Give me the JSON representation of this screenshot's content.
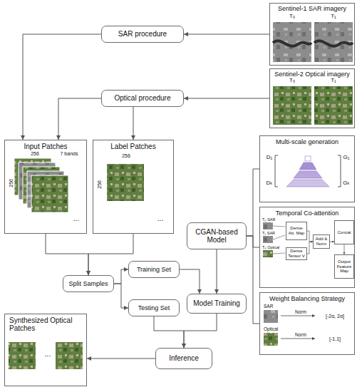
{
  "diagram": {
    "nodes": [
      {
        "text": [
          "Sentinel-1 SAR imagery",
          "T₀",
          "T₁"
        ]
      },
      {
        "text": [
          "Sentinel-2 Optical imagery",
          "T₀",
          "T₁"
        ]
      },
      {
        "text": [
          "SAR procedure"
        ]
      },
      {
        "text": [
          "Optical procedure"
        ]
      },
      {
        "text": [
          "Input Patches",
          "256",
          "256",
          "7 bands",
          "..."
        ]
      },
      {
        "text": [
          "Label Patches",
          "256",
          "256",
          "..."
        ]
      },
      {
        "text": [
          "CGAN-based Model"
        ]
      },
      {
        "text": [
          "Multi-scale generation",
          "D₁",
          "Dₖ",
          "G₁",
          "Gₖ"
        ]
      },
      {
        "text": [
          "Temporal Co-attention",
          "T₀ SAR",
          "T₁ SAR",
          "T₀ Optical"
        ]
      },
      {
        "text": [
          "Derive Att. Map"
        ],
        "in": 8
      },
      {
        "text": [
          "Derive Tensor V"
        ],
        "in": 8
      },
      {
        "text": [
          "Add & Norm"
        ],
        "in": 8
      },
      {
        "text": [
          "Concat"
        ],
        "in": 8
      },
      {
        "text": [
          "Output Feature Map"
        ],
        "in": 8
      },
      {
        "text": [
          "Weight Balancing Strategy",
          "SAR",
          "Norm",
          "[-2α, 2α]",
          "Optical",
          "Norm",
          "[-1,1]"
        ]
      },
      {
        "text": [
          "Split Samples"
        ]
      },
      {
        "text": [
          "Training Set"
        ]
      },
      {
        "text": [
          "Testing Set"
        ]
      },
      {
        "text": [
          "Model Training"
        ]
      },
      {
        "text": [
          "Inference"
        ]
      },
      {
        "text": [
          "Synthesized Optical Patches",
          "..."
        ]
      }
    ],
    "edges": [
      {
        "from": 0,
        "to": 2,
        "arrow": "to"
      },
      {
        "from": 1,
        "to": 3,
        "arrow": "to"
      },
      {
        "from": 2,
        "to": 4,
        "arrow": "to"
      },
      {
        "from": 3,
        "to": 4,
        "arrow": "to"
      },
      {
        "from": 3,
        "to": 5,
        "arrow": "to"
      },
      {
        "from": 4,
        "to": 15,
        "arrow": "to"
      },
      {
        "from": 5,
        "to": 15,
        "arrow": "to"
      },
      {
        "from": 15,
        "to": 16,
        "arrow": "to"
      },
      {
        "from": 15,
        "to": 17,
        "arrow": "to"
      },
      {
        "from": 6,
        "to": 7,
        "arrow": "none"
      },
      {
        "from": 6,
        "to": 8,
        "arrow": "none"
      },
      {
        "from": 6,
        "to": 14,
        "arrow": "none"
      },
      {
        "from": 6,
        "to": 18,
        "arrow": "to"
      },
      {
        "from": 16,
        "to": 18,
        "arrow": "to"
      },
      {
        "from": 18,
        "to": 19,
        "arrow": "to"
      },
      {
        "from": 17,
        "to": 19,
        "arrow": "to"
      },
      {
        "from": 19,
        "to": 20,
        "arrow": "to"
      },
      {
        "from": 9,
        "to": 11,
        "arrow": "to"
      },
      {
        "from": 10,
        "to": 11,
        "arrow": "to"
      },
      {
        "from": 11,
        "to": 12,
        "arrow": "to"
      },
      {
        "from": 12,
        "to": 13,
        "arrow": "to"
      }
    ]
  }
}
